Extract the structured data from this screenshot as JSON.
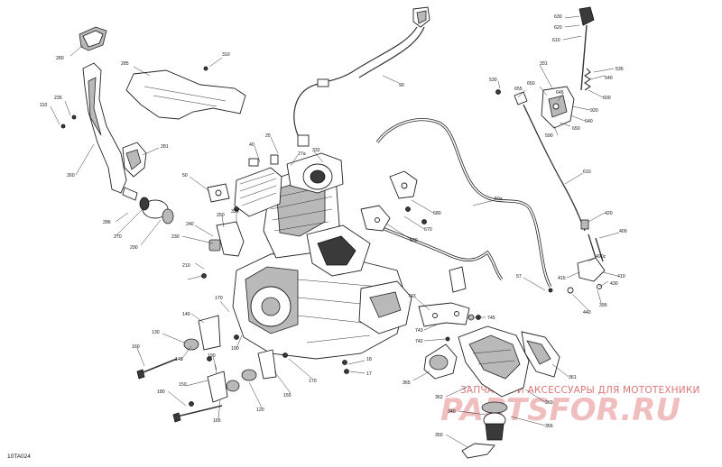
{
  "diagram_ref": "10TA024",
  "watermark": {
    "tagline": "ЗАПЧАСТИ И АКСЕССУАРЫ ДЛЯ МОТОТЕХНИКИ",
    "brand": "PARTSFOR.RU"
  },
  "callouts": [
    {
      "id": "c280",
      "text": "280"
    },
    {
      "id": "c285",
      "text": "285"
    },
    {
      "id": "c310",
      "text": "310"
    },
    {
      "id": "c235",
      "text": "235"
    },
    {
      "id": "c110",
      "text": "110"
    },
    {
      "id": "c260",
      "text": "260"
    },
    {
      "id": "c281",
      "text": "281"
    },
    {
      "id": "c286",
      "text": "286"
    },
    {
      "id": "c270",
      "text": "270"
    },
    {
      "id": "c290",
      "text": "290"
    },
    {
      "id": "c50",
      "text": "50"
    },
    {
      "id": "c40",
      "text": "40"
    },
    {
      "id": "c25",
      "text": "25"
    },
    {
      "id": "c27a",
      "text": "27a"
    },
    {
      "id": "c332",
      "text": "332"
    },
    {
      "id": "c90",
      "text": "90"
    },
    {
      "id": "c240",
      "text": "240"
    },
    {
      "id": "c250",
      "text": "250"
    },
    {
      "id": "c335",
      "text": "335"
    },
    {
      "id": "c230",
      "text": "230"
    },
    {
      "id": "c210",
      "text": "210"
    },
    {
      "id": "c170a",
      "text": "170"
    },
    {
      "id": "c140",
      "text": "140"
    },
    {
      "id": "c130",
      "text": "130"
    },
    {
      "id": "c160",
      "text": "160"
    },
    {
      "id": "c145",
      "text": "145"
    },
    {
      "id": "c190a",
      "text": "190"
    },
    {
      "id": "c180",
      "text": "180"
    },
    {
      "id": "c190b",
      "text": "190"
    },
    {
      "id": "c150",
      "text": "150"
    },
    {
      "id": "c120",
      "text": "120"
    },
    {
      "id": "c155",
      "text": "155"
    },
    {
      "id": "c165",
      "text": "165"
    },
    {
      "id": "c170b",
      "text": "170"
    },
    {
      "id": "c18",
      "text": "18"
    },
    {
      "id": "c17",
      "text": "17"
    },
    {
      "id": "c680",
      "text": "680"
    },
    {
      "id": "c670",
      "text": "670"
    },
    {
      "id": "c660",
      "text": "660"
    },
    {
      "id": "c50a",
      "text": "50a"
    },
    {
      "id": "c743a",
      "text": "743"
    },
    {
      "id": "c745",
      "text": "745"
    },
    {
      "id": "c743b",
      "text": "743"
    },
    {
      "id": "c742",
      "text": "742"
    },
    {
      "id": "c57",
      "text": "57"
    },
    {
      "id": "c365",
      "text": "365"
    },
    {
      "id": "c361",
      "text": "361"
    },
    {
      "id": "c362",
      "text": "362"
    },
    {
      "id": "c360",
      "text": "360"
    },
    {
      "id": "c366",
      "text": "366"
    },
    {
      "id": "c340",
      "text": "340"
    },
    {
      "id": "c350",
      "text": "350"
    },
    {
      "id": "c630",
      "text": "630"
    },
    {
      "id": "c620",
      "text": "620"
    },
    {
      "id": "c610a",
      "text": "610"
    },
    {
      "id": "c535",
      "text": "535"
    },
    {
      "id": "c540",
      "text": "540"
    },
    {
      "id": "c600",
      "text": "600"
    },
    {
      "id": "c331",
      "text": "331"
    },
    {
      "id": "c530",
      "text": "530"
    },
    {
      "id": "c655",
      "text": "655"
    },
    {
      "id": "c650a",
      "text": "650"
    },
    {
      "id": "c645",
      "text": "645"
    },
    {
      "id": "c920",
      "text": "920"
    },
    {
      "id": "c640",
      "text": "640"
    },
    {
      "id": "c650b",
      "text": "650"
    },
    {
      "id": "c590",
      "text": "590"
    },
    {
      "id": "c610b",
      "text": "610"
    },
    {
      "id": "c420",
      "text": "420"
    },
    {
      "id": "c400",
      "text": "400"
    },
    {
      "id": "c490c",
      "text": "490c"
    },
    {
      "id": "c415",
      "text": "415"
    },
    {
      "id": "c410",
      "text": "410"
    },
    {
      "id": "c430",
      "text": "430"
    },
    {
      "id": "c440",
      "text": "440"
    },
    {
      "id": "c395",
      "text": "395"
    }
  ]
}
